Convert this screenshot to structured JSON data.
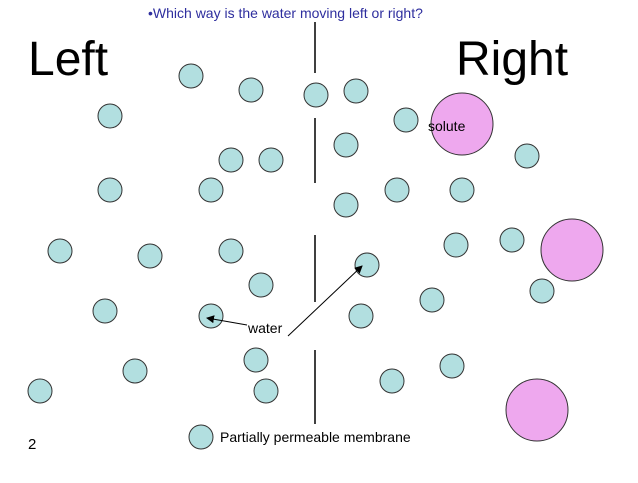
{
  "question": "•Which way is the water moving left or right?",
  "left_label": "Left",
  "right_label": "Right",
  "solute_label": "solute",
  "water_label": "water",
  "membrane_label": "Partially permeable membrane",
  "slide_number": "2",
  "colors": {
    "water": "#b2dfe0",
    "solute": "#eea8ee",
    "outline": "#333333",
    "question": "#2e2e9e"
  }
}
